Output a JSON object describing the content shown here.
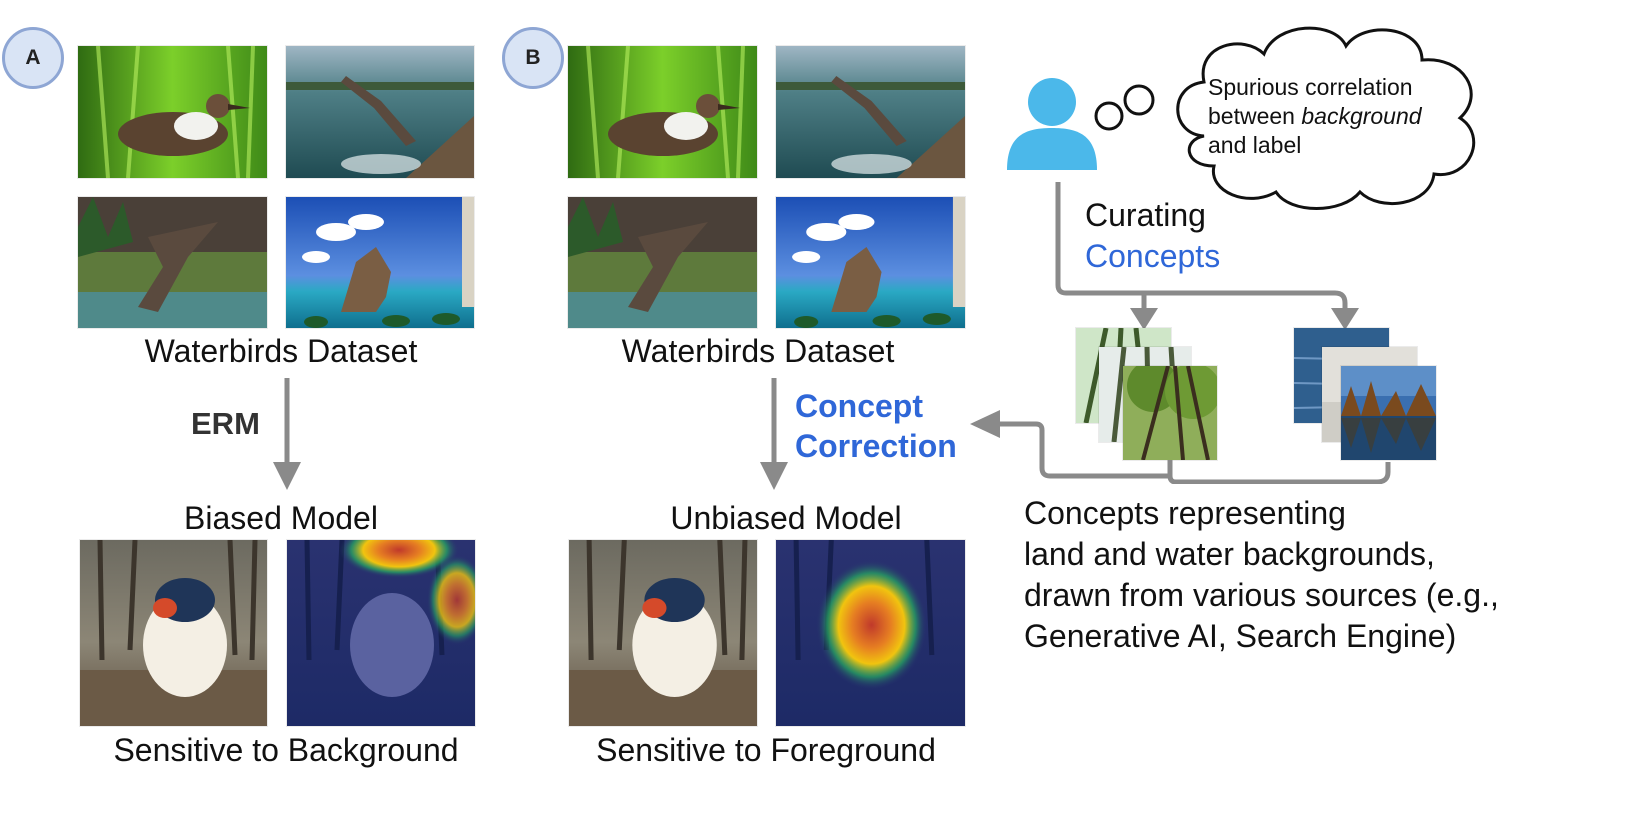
{
  "panels": {
    "a_badge": "A",
    "b_badge": "B"
  },
  "panel_a": {
    "dataset_label": "Waterbirds Dataset",
    "method_label": "ERM",
    "model_label": "Biased Model",
    "result_label": "Sensitive to Background"
  },
  "panel_b": {
    "dataset_label": "Waterbirds Dataset",
    "method_label_line1": "Concept",
    "method_label_line2": "Correction",
    "model_label": "Unbiased Model",
    "result_label": "Sensitive to Foreground"
  },
  "thought": {
    "line1": "Spurious correlation",
    "line2_prefix": "between ",
    "line2_emph": "background",
    "line3": "and label"
  },
  "curating": {
    "line1": "Curating",
    "line2": "Concepts"
  },
  "concepts_caption": {
    "line1": "Concepts representing",
    "line2": "land and water backgrounds,",
    "line3": "drawn from various sources (e.g.,",
    "line4": "Generative AI, Search Engine)"
  },
  "colors": {
    "accent_blue": "#2f67d8",
    "arrow_gray": "#8a8a8a",
    "person_blue": "#4bb8ea",
    "badge_fill": "#d9e4f5",
    "badge_border": "#8ea6d4"
  }
}
